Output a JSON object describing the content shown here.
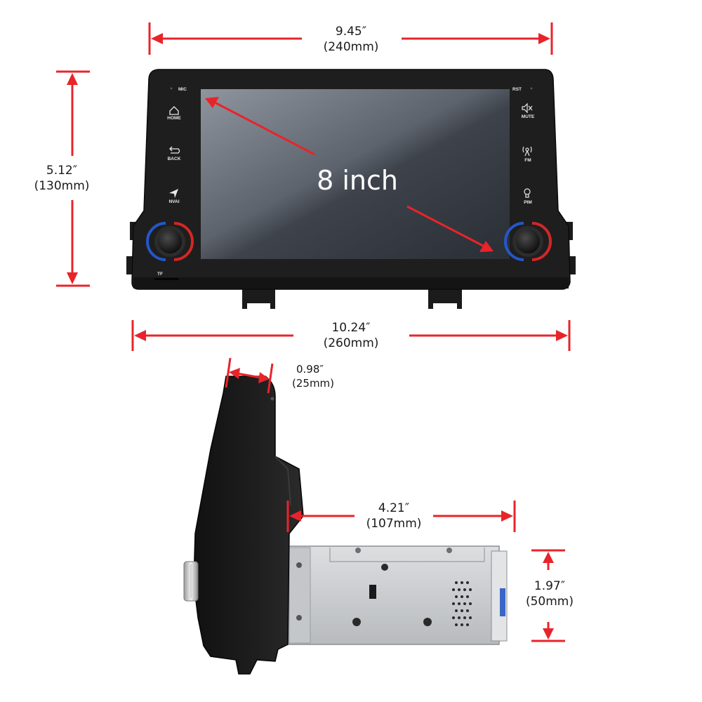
{
  "front": {
    "screen_label": "8 inch",
    "labels": {
      "mic": "MIC",
      "rst": "RST",
      "tf": "TF",
      "home": "HOME",
      "back": "BACK",
      "nvai": "NVAI",
      "mute": "MUTE",
      "fm": "FM",
      "pim": "PIM"
    },
    "icons": {
      "home": "home-icon",
      "back": "back-icon",
      "nav": "navigation-icon",
      "mute": "mute-icon",
      "fm": "radio-antenna-icon",
      "pim": "bulb-icon"
    }
  },
  "dimensions": {
    "screen_width": {
      "inch": "9.45″",
      "mm": "(240mm)"
    },
    "screen_height": {
      "inch": "5.12″",
      "mm": "(130mm)"
    },
    "overall_width": {
      "inch": "10.24″",
      "mm": "(260mm)"
    },
    "panel_depth": {
      "inch": "0.98″",
      "mm": "(25mm)"
    },
    "chassis_depth": {
      "inch": "4.21″",
      "mm": "(107mm)"
    },
    "chassis_height": {
      "inch": "1.97″",
      "mm": "(50mm)"
    }
  },
  "colors": {
    "dimension_line": "#e8242a",
    "panel": "#1c1c1c",
    "chassis": "#c9ccce"
  }
}
